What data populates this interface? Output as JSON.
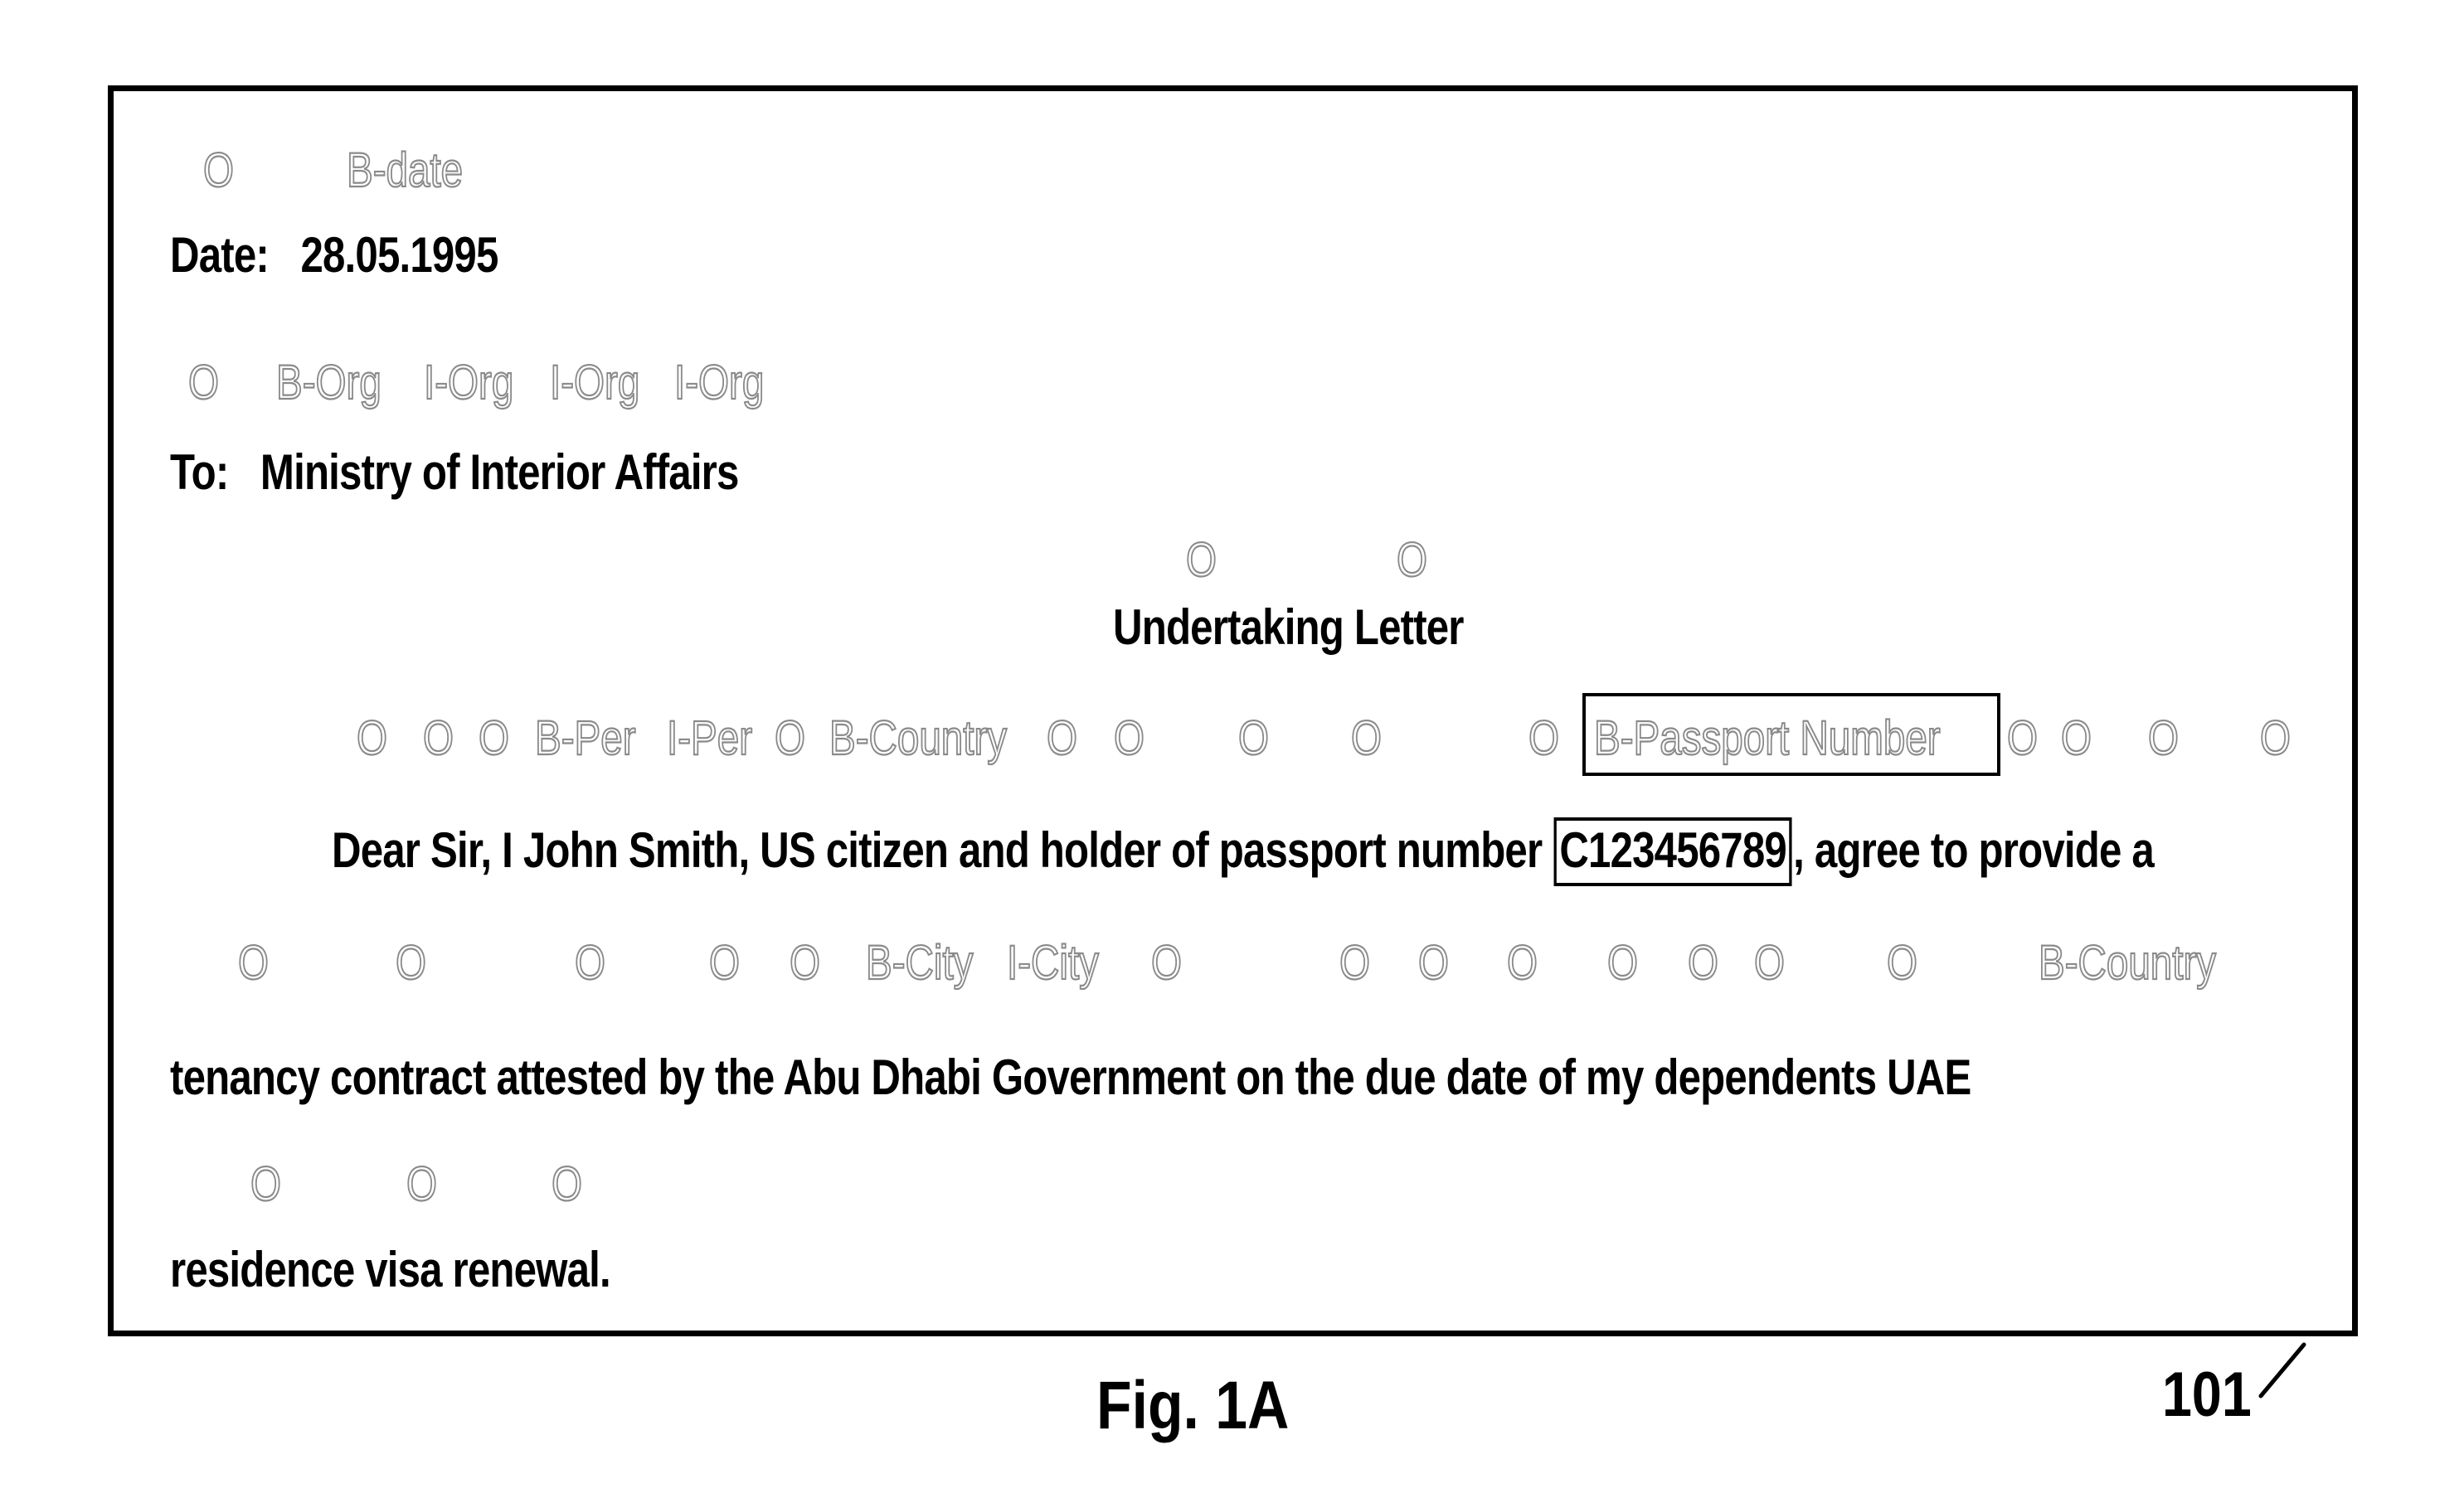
{
  "letter": {
    "date_tags": [
      "O",
      "B-date"
    ],
    "date_line": "Date:   28.05.1995",
    "to_tags": [
      "O",
      "B-Org",
      "I-Org",
      "I-Org",
      "I-Org"
    ],
    "to_line": "To:   Ministry of Interior Affairs",
    "title_tags": [
      "O",
      "O"
    ],
    "title": "Undertaking Letter",
    "line1_tags": [
      "O",
      "O",
      "O",
      "B-Per",
      "I-Per",
      "O",
      "B-Country",
      "O",
      "O",
      "O",
      "O",
      "O",
      "B-Passport Number",
      "O",
      "O",
      "O",
      "O"
    ],
    "line1_before": "Dear Sir, I John Smith, US citizen and holder of passport number ",
    "line1_passport": "C123456789",
    "line1_after": ", agree to provide a",
    "line2_tags": [
      "O",
      "O",
      "O",
      "O",
      "O",
      "B-City",
      "I-City",
      "O",
      "O",
      "O",
      "O",
      "O",
      "O",
      "O",
      "O",
      "B-Country"
    ],
    "line2": "tenancy contract attested by the Abu Dhabi Government on the due date of my dependents UAE",
    "line3_tags": [
      "O",
      "O",
      "O"
    ],
    "line3": "residence visa renewal."
  },
  "figure_label": "Fig. 1A",
  "reference_numeral": "101"
}
